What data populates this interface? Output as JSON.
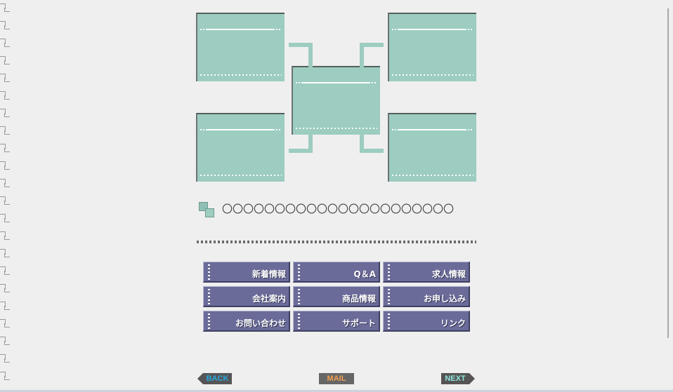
{
  "page": {
    "title": "〇〇〇〇〇〇〇〇〇〇〇〇〇〇〇〇〇〇〇〇〇〇"
  },
  "nav": {
    "items": [
      {
        "label": "新着情報"
      },
      {
        "label": "Q＆A"
      },
      {
        "label": "求人情報"
      },
      {
        "label": "会社案内"
      },
      {
        "label": "商品情報"
      },
      {
        "label": "お申し込み"
      },
      {
        "label": "お問い合わせ"
      },
      {
        "label": "サポート"
      },
      {
        "label": "リンク"
      }
    ]
  },
  "footer": {
    "back_label": "BACK",
    "mail_label": "MAIL",
    "next_label": "NEXT"
  },
  "colors": {
    "background": "#efefef",
    "panel": "#9ccdc0",
    "nav_button": "#6a6b99",
    "back_text": "#2aa8e0",
    "mail_text": "#f2a050",
    "next_text": "#8fe6dc"
  }
}
